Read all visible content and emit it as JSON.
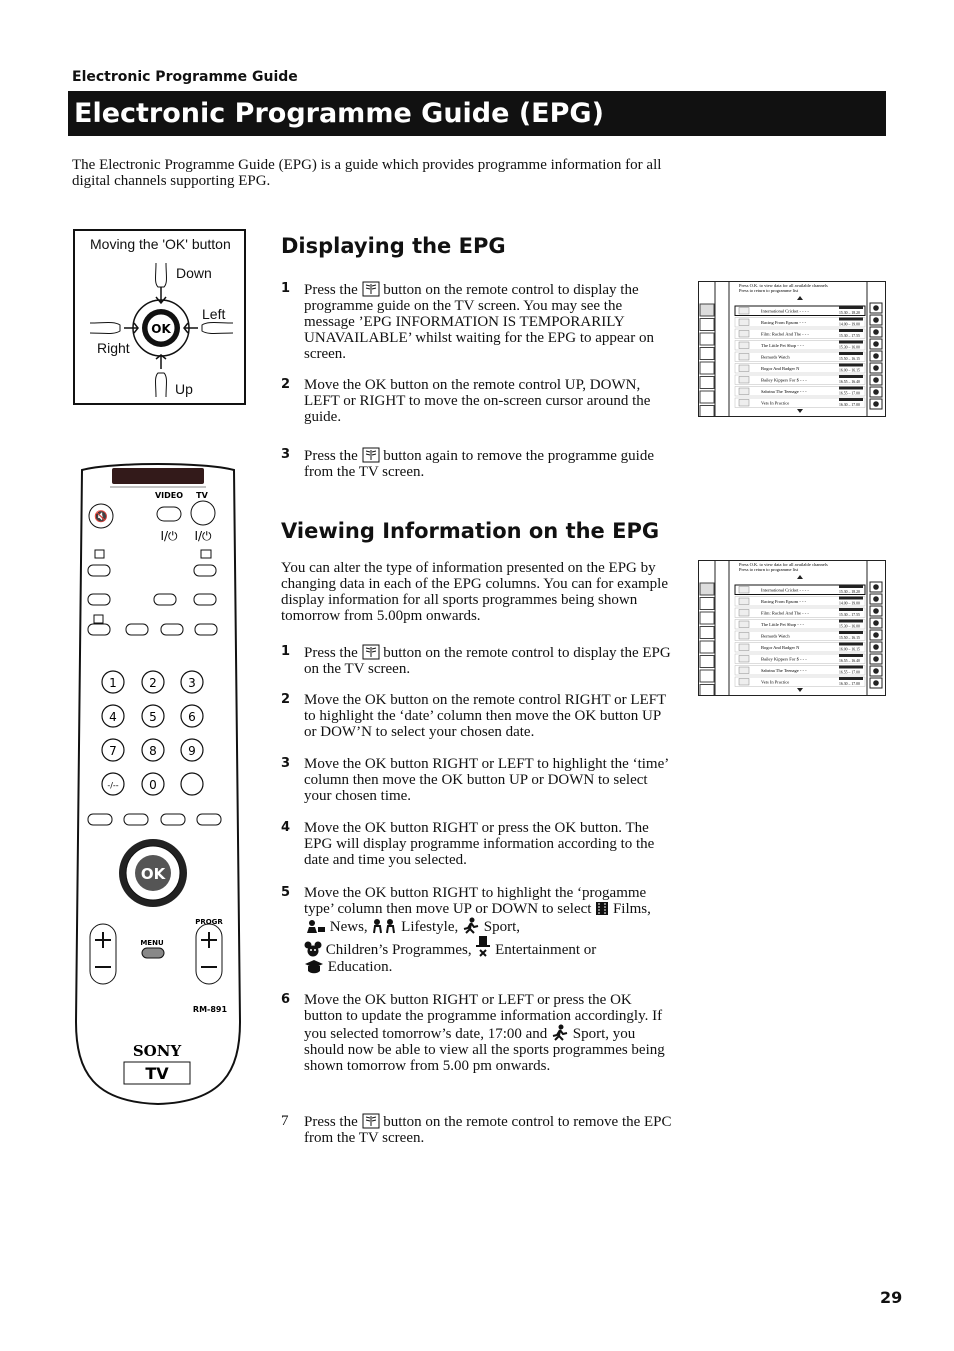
{
  "header": {
    "section_label": "Electronic Programme Guide",
    "title": "Electronic Programme Guide (EPG)"
  },
  "intro": "The Electronic Programme Guide (EPG) is a guide which provides programme information for all digital channels supporting EPG.",
  "ok_diagram": {
    "title": "Moving the 'OK' button",
    "down": "Down",
    "left": "Left",
    "right": "Right",
    "up": "Up",
    "ok": "OK"
  },
  "displaying": {
    "heading": "Displaying the EPG",
    "steps": [
      {
        "num": "1",
        "before": "Press the",
        "after": "button on the remote control to display the programme guide on the TV screen. You may see the message ’EPG INFORMATION IS TEMPORARILY UNAVAILABLE’ whilst waiting for the EPG to appear on screen."
      },
      {
        "num": "2",
        "text": "Move the OK button on the remote control UP, DOWN, LEFT or RIGHT to move the on-screen cursor around the guide."
      },
      {
        "num": "3",
        "before": "Press the",
        "after": "button again to remove the programme guide  from the TV screen."
      }
    ]
  },
  "viewing": {
    "heading": "Viewing Information on the EPG",
    "intro": "You can alter the type of information presented on the EPG by changing data in each of the EPG columns.  You can for example display information for all sports programmes being shown tomorrow from 5.00pm onwards.",
    "step1": {
      "num": "1",
      "before": "Press the",
      "after": "button on the remote control to display the EPG on the TV screen."
    },
    "step2": {
      "num": "2",
      "text": "Move the OK button on the remote control RIGHT or LEFT to highlight the ‘date’ column then move the OK button UP or DOW’N to select your chosen date."
    },
    "step3": {
      "num": "3",
      "text": "Move the OK button RIGHT or LEFT to highlight the ‘time’ column then move the OK button UP or DOWN to select your chosen time."
    },
    "step4": {
      "num": "4",
      "text": "Move the OK button RIGHT or press the OK button.  The EPG will display programme information according to the date and time you selected."
    },
    "step5": {
      "num": "5",
      "line1": "Move the OK button RIGHT to highlight the ‘progamme type’ column then move UP or DOWN to select",
      "films": "Films,",
      "news": "News,",
      "lifestyle": "Lifestyle,",
      "sport": "Sport,",
      "children": "Children’s Programmes,",
      "entertainment": "Entertainment or",
      "education": "Education."
    },
    "step6": {
      "num": "6",
      "line1": "Move the OK button RIGHT or LEFT or press the OK button to update the programme information accordingly.  If you selected tomorrow’s date, 17:00 and",
      "line2": "Sport, you should now be able to view all the sports programmes being shown tomorrow from 5.00 pm onwards."
    },
    "step7": {
      "num": "7",
      "before": "Press the",
      "after": "button on the remote control to remove the EPC from the TV screen."
    }
  },
  "epg_screen": {
    "hint1": "Press O.K. to view data for all available channels",
    "hint2": "Press to return to programme list",
    "programmes": [
      "International Cricket - - - -",
      "Racing From Epsom - - -",
      "Film: Rachel And The - - -",
      "The Little Pet Shop - - -",
      "Bernards Watch",
      "Bogor And Badger N",
      "Bailey Kippers For  $ - - -",
      "Sabrina The Teenage - - -",
      "Vets In Practice"
    ],
    "times": [
      "15.30 – 18.20",
      "14.00 – 19.00",
      "15.30 – 17.55",
      "15.30 – 16.00",
      "15.50 – 16.15",
      "16.00 – 16.15",
      "16.55 – 16.40",
      "16.55 – 17.00",
      "16.30 – 17.00"
    ]
  },
  "remote": {
    "video": "VIDEO",
    "tv": "TV",
    "power": "I/⏻",
    "digits": [
      "1",
      "2",
      "3",
      "4",
      "5",
      "6",
      "7",
      "8",
      "9",
      "-/--",
      "0",
      ""
    ],
    "ok": "OK",
    "menu": "MENU",
    "progr": "PROGR",
    "model": "RM-891",
    "brand": "SONY",
    "tv_badge": "TV"
  },
  "page_number": "29"
}
